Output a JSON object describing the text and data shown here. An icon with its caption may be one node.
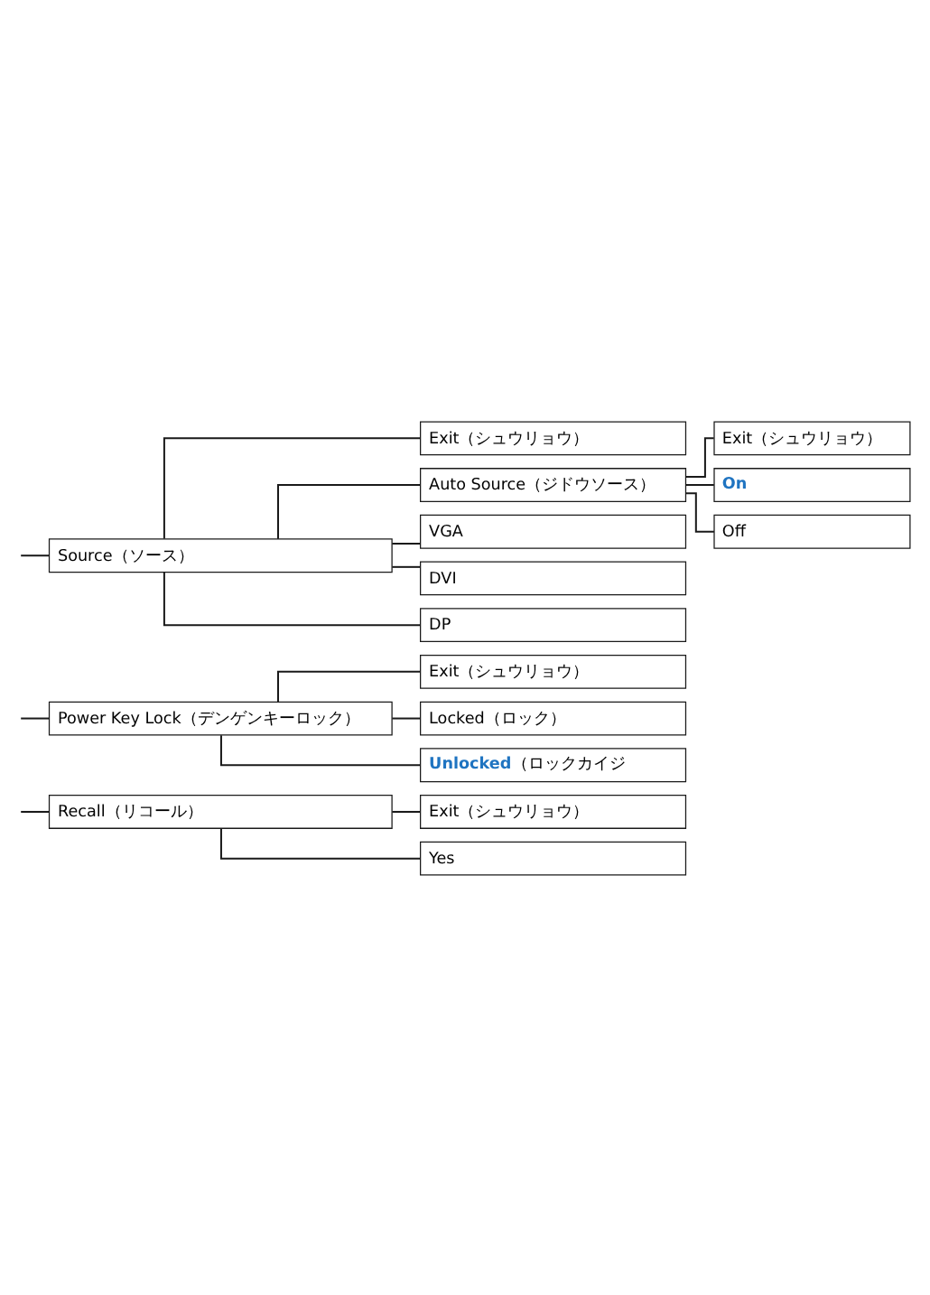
{
  "diagram": {
    "nodes": [
      {
        "text": [
          "Source（ソース）"
        ]
      },
      {
        "text": [
          "Exit（シュウリョウ）"
        ]
      },
      {
        "text": [
          "Auto Source（ジドウソース）"
        ]
      },
      {
        "text": [
          "Exit（シュウリョウ）"
        ]
      },
      {
        "text": [
          "On"
        ]
      },
      {
        "text": [
          "Off"
        ]
      },
      {
        "text": [
          "VGA"
        ]
      },
      {
        "text": [
          "DVI"
        ]
      },
      {
        "text": [
          "DP"
        ]
      },
      {
        "text": [
          "Power Key Lock（デンゲンキーロック）"
        ]
      },
      {
        "text": [
          "Exit（シュウリョウ）"
        ]
      },
      {
        "text": [
          "Locked（ロック）"
        ]
      },
      {
        "text": [
          "**Unlocked**（ロックカイジ"
        ]
      },
      {
        "text": [
          "Recall（リコール）"
        ]
      },
      {
        "text": [
          "Exit（シュウリョウ）"
        ]
      },
      {
        "text": [
          "Yes"
        ]
      }
    ],
    "edges": [
      {
        "from": null,
        "to": 0,
        "arrow": "none"
      },
      {
        "from": 0,
        "to": 1,
        "arrow": "none"
      },
      {
        "from": 0,
        "to": 2,
        "arrow": "none"
      },
      {
        "from": 2,
        "to": 3,
        "arrow": "none"
      },
      {
        "from": 2,
        "to": 4,
        "arrow": "none"
      },
      {
        "from": 2,
        "to": 5,
        "arrow": "none"
      },
      {
        "from": 0,
        "to": 6,
        "arrow": "none"
      },
      {
        "from": 0,
        "to": 7,
        "arrow": "none"
      },
      {
        "from": 0,
        "to": 8,
        "arrow": "none"
      },
      {
        "from": null,
        "to": 9,
        "arrow": "none"
      },
      {
        "from": 9,
        "to": 10,
        "arrow": "none"
      },
      {
        "from": 9,
        "to": 11,
        "arrow": "none"
      },
      {
        "from": 9,
        "to": 12,
        "arrow": "none"
      },
      {
        "from": null,
        "to": 13,
        "arrow": "none"
      },
      {
        "from": 13,
        "to": 14,
        "arrow": "none"
      },
      {
        "from": 13,
        "to": 15,
        "arrow": "none"
      }
    ]
  }
}
